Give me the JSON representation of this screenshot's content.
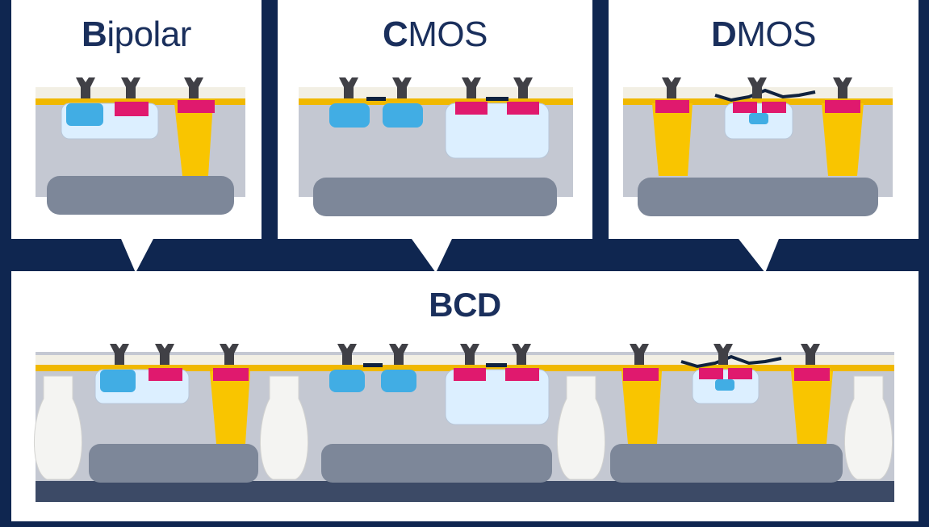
{
  "panels": {
    "bipolar": {
      "title_initial": "B",
      "title_rest": "ipolar"
    },
    "cmos": {
      "title_initial": "C",
      "title_rest": "MOS"
    },
    "dmos": {
      "title_initial": "D",
      "title_rest": "MOS"
    },
    "bcd": {
      "title": "BCD"
    }
  },
  "colors": {
    "background": "#0f2650",
    "panel": "#ffffff",
    "title_text": "#1a2f5c",
    "substrate": "#c4c8d2",
    "buried_layer": "#7d8799",
    "bottom_substrate": "#3c4a66",
    "oxide": "#f0b800",
    "top_layer": "#f2efe4",
    "p_diffusion": "#41ade4",
    "n_diffusion": "#e0196e",
    "well": "#dcefff",
    "sinker": "#f9c500",
    "isolation": "#f4f4f2",
    "contact": "#404046",
    "gate": "#10223e"
  }
}
